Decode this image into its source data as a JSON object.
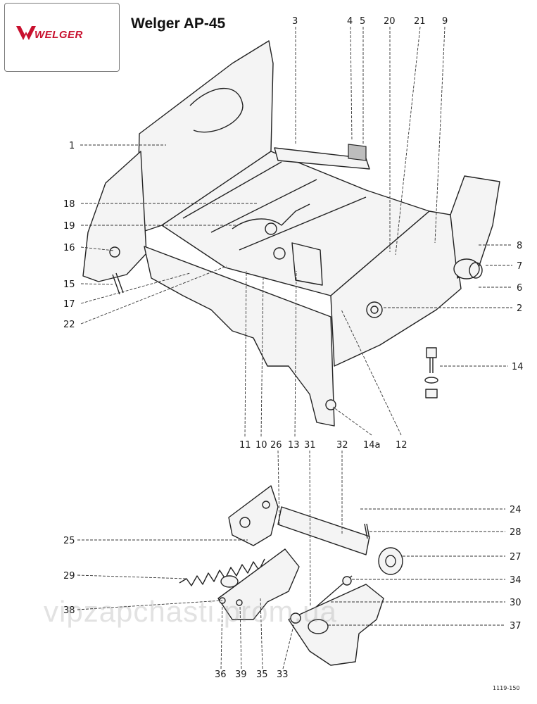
{
  "brand": {
    "logo_text": "WELGER",
    "brand_color": "#c8102e"
  },
  "title": "Welger AP-45",
  "callouts": {
    "n1": "1",
    "n2": "2",
    "n3": "3",
    "n4": "4",
    "n5": "5",
    "n6": "6",
    "n7": "7",
    "n8": "8",
    "n9": "9",
    "n10": "10",
    "n11": "11",
    "n12": "12",
    "n13": "13",
    "n14": "14",
    "n14a": "14a",
    "n15": "15",
    "n16": "16",
    "n17": "17",
    "n18": "18",
    "n19": "19",
    "n20": "20",
    "n21": "21",
    "n22": "22",
    "n24": "24",
    "n25": "25",
    "n26": "26",
    "n27": "27",
    "n28": "28",
    "n29": "29",
    "n30": "30",
    "n31": "31",
    "n32": "32",
    "n33": "33",
    "n34": "34",
    "n35": "35",
    "n36": "36",
    "n37": "37",
    "n38": "38",
    "n39": "39"
  },
  "watermark": "vipzapchasti.prom.ua",
  "doc_ref": "1119-150"
}
